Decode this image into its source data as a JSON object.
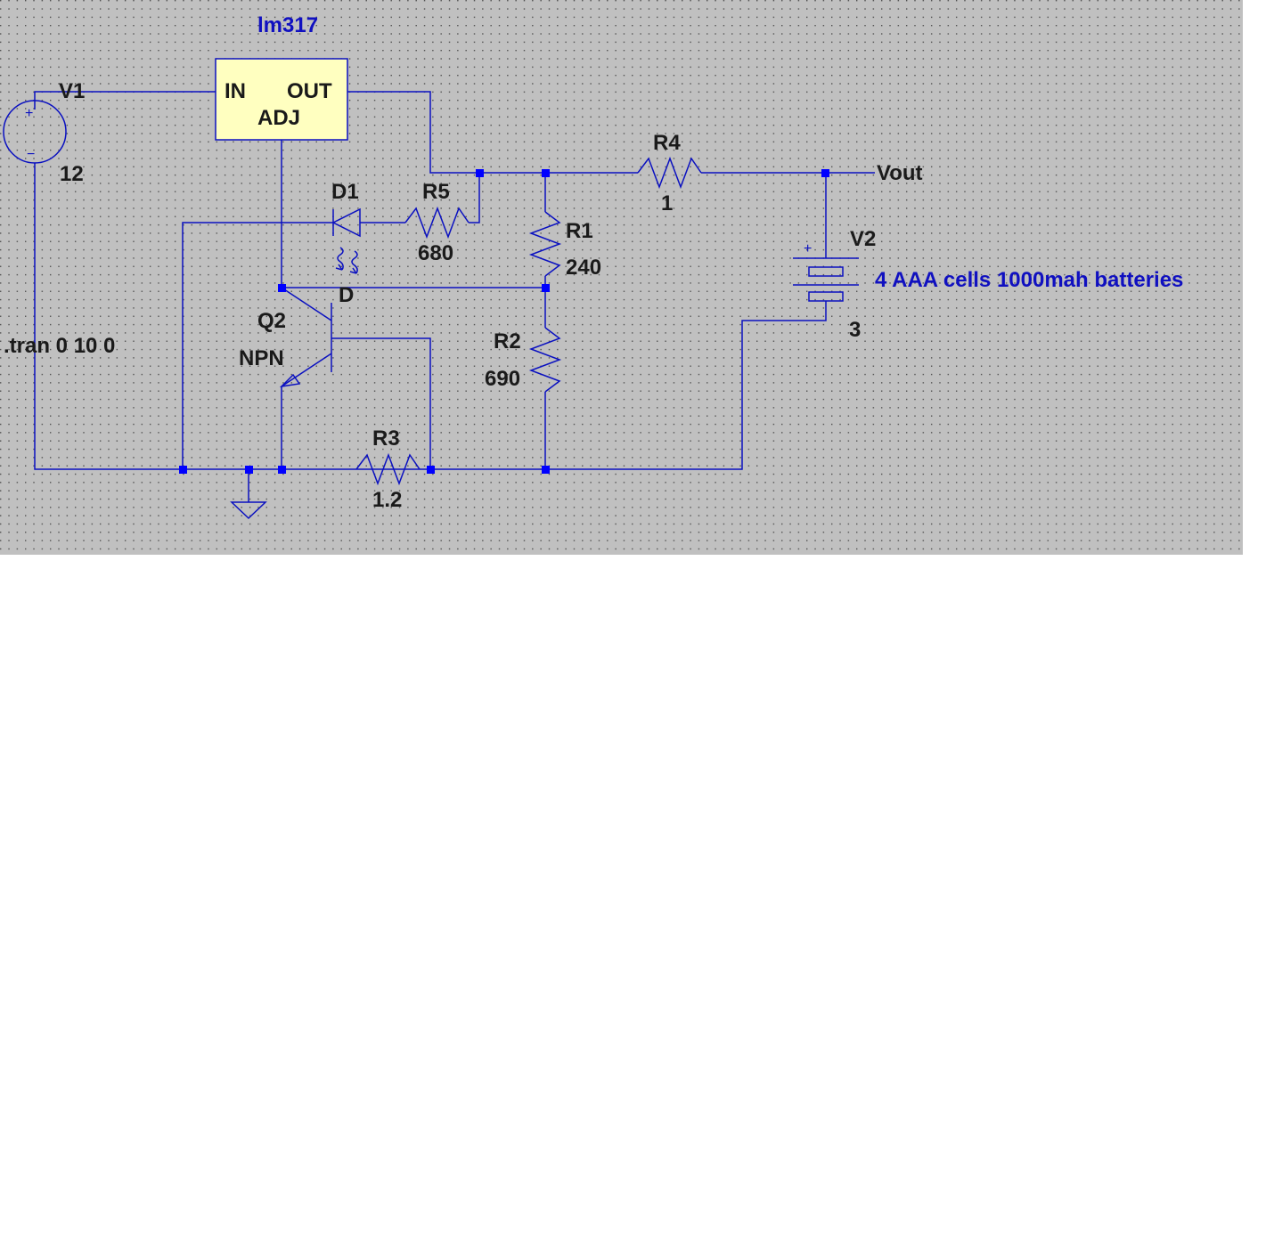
{
  "background": "#c0c0c0",
  "wire_color": "#0a10c0",
  "node_color": "#0000ff",
  "regulator": {
    "name": "lm317",
    "pin_in": "IN",
    "pin_out": "OUT",
    "pin_adj": "ADJ",
    "fill": "#ffffc0"
  },
  "v1": {
    "name": "V1",
    "value": "12",
    "plus": "+",
    "minus": "−"
  },
  "v2": {
    "name": "V2",
    "value": "3",
    "plus": "+",
    "note": "4 AAA cells 1000mah batteries"
  },
  "r1": {
    "name": "R1",
    "value": "240"
  },
  "r2": {
    "name": "R2",
    "value": "690"
  },
  "r3": {
    "name": "R3",
    "value": "1.2"
  },
  "r4": {
    "name": "R4",
    "value": "1"
  },
  "r5": {
    "name": "R5",
    "value": "680"
  },
  "d1": {
    "name": "D1",
    "model": "D"
  },
  "q2": {
    "name": "Q2",
    "model": "NPN"
  },
  "net_vout": "Vout",
  "directive": ".tran 0 10 0"
}
